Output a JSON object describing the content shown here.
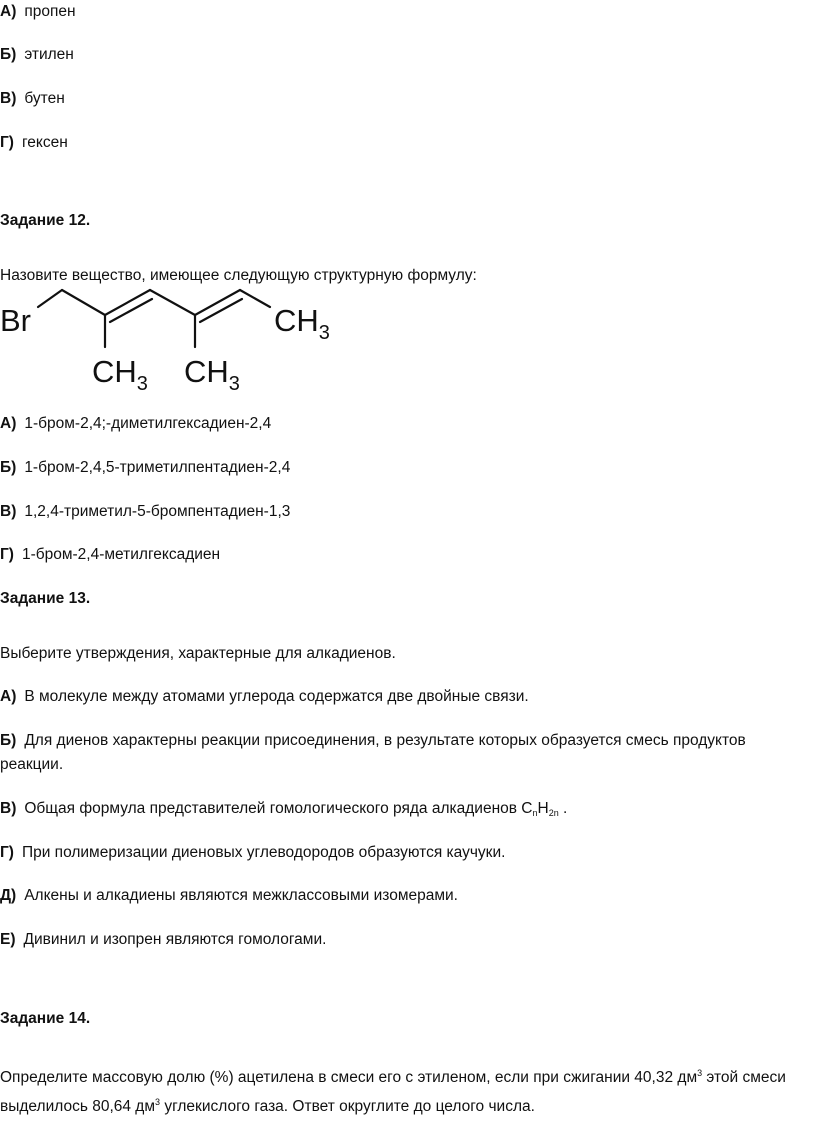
{
  "q11_options": [
    {
      "letter": "А)",
      "text": "пропен"
    },
    {
      "letter": "Б)",
      "text": "этилен"
    },
    {
      "letter": "В)",
      "text": "бутен"
    },
    {
      "letter": "Г)",
      "text": "гексен"
    }
  ],
  "q12": {
    "heading": "Задание 12.",
    "prompt": "Назовите вещество, имеющее следующую структурную формулу:",
    "formula": {
      "br": "Br",
      "ch": "CH",
      "sub3": "3"
    },
    "options": [
      {
        "letter": "А)",
        "text": "1-бром-2,4;-диметилгексадиен-2,4"
      },
      {
        "letter": "Б)",
        "text": "1-бром-2,4,5-триметилпентадиен-2,4"
      },
      {
        "letter": "В)",
        "text": "1,2,4-триметил-5-бромпентадиен-1,3"
      },
      {
        "letter": "Г)",
        "text": "1-бром-2,4-метилгексадиен"
      }
    ]
  },
  "q13": {
    "heading": "Задание 13.",
    "prompt": "Выберите утверждения, характерные для алкадиенов.",
    "options": [
      {
        "letter": "А)",
        "text": "В молекуле между атомами углерода содержатся две двойные связи."
      },
      {
        "letter": "Б)",
        "text": "Для диенов характерны реакции присоединения, в результате которых образуется смесь продуктов реакции."
      },
      {
        "letter": "В)",
        "text": "Общая формула представителей гомологического ряда алкадиенов C",
        "sub1": "n",
        "mid": "H",
        "sub2": "2n",
        "tail": " ."
      },
      {
        "letter": "Г)",
        "text": "При полимеризации диеновых углеводородов образуются каучуки."
      },
      {
        "letter": "Д)",
        "text": "Алкены и алкадиены являются межклассовыми изомерами."
      },
      {
        "letter": "Е)",
        "text": "Дивинил и изопрен являются гомологами."
      }
    ]
  },
  "q14": {
    "heading": "Задание 14.",
    "text_part1": "Определите массовую долю (%) ацетилена в смеси его с этиленом, если при сжигании 40,32 дм",
    "sup1": "3",
    "text_part2": " этой смеси выделилось 80,64 дм",
    "sup2": "3",
    "text_part3": " углекислого газа. Ответ округлите до целого числа."
  }
}
